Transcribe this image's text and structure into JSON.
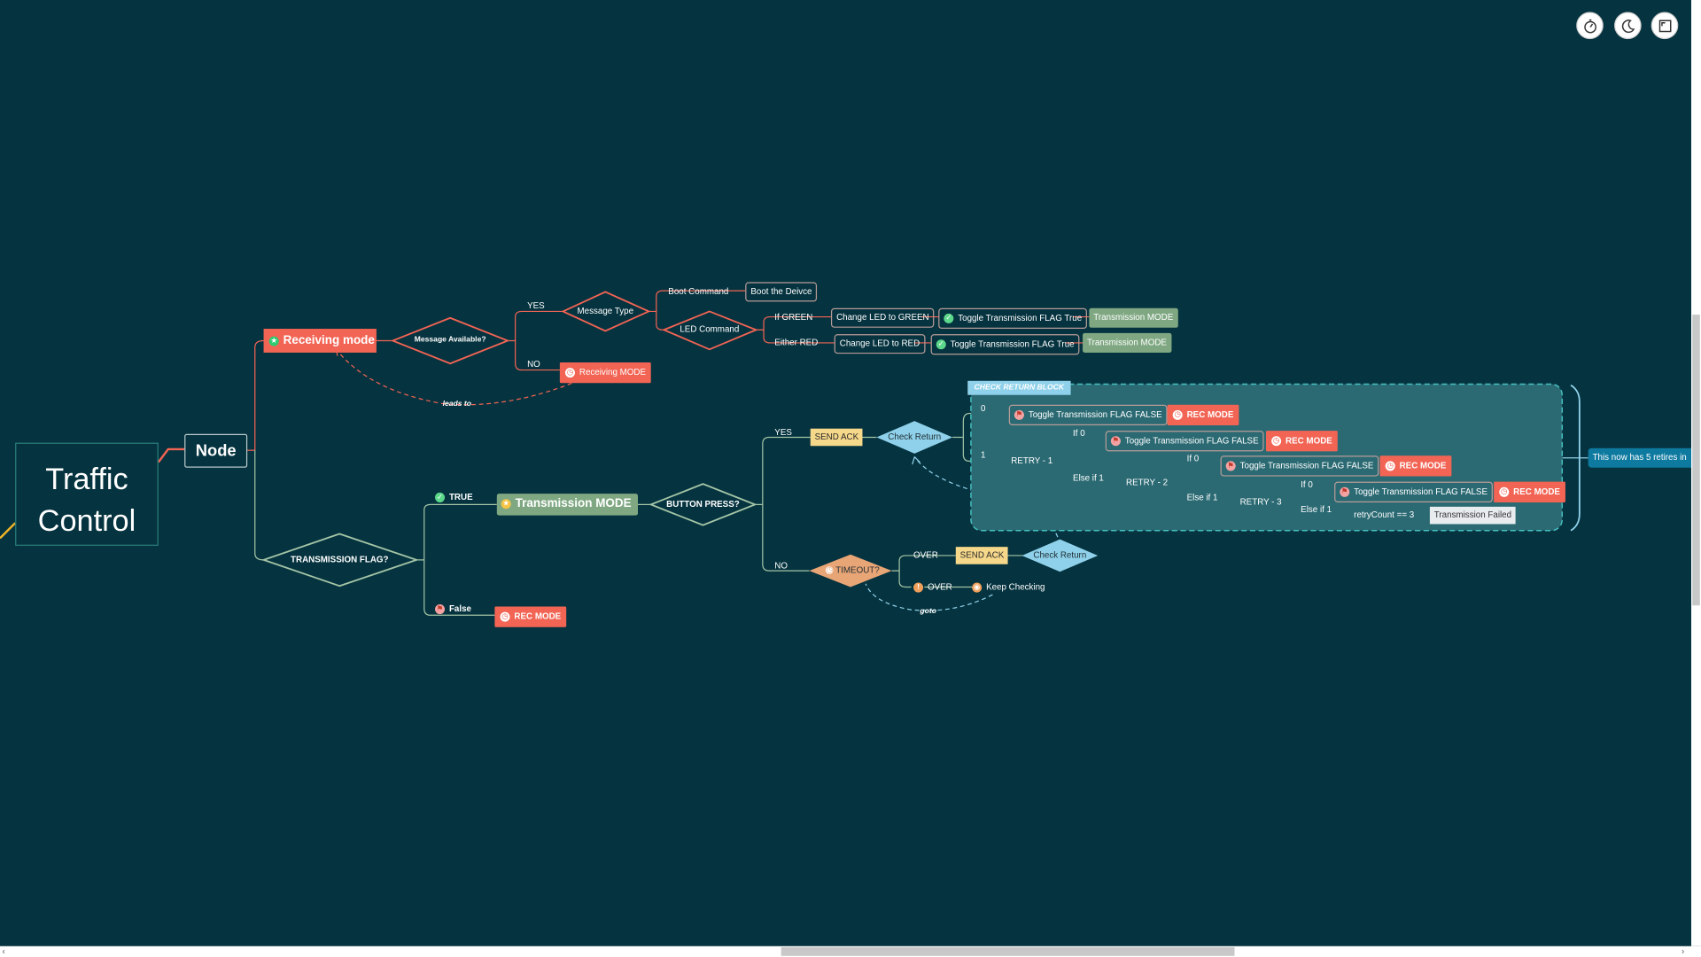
{
  "toolbar": {
    "timer_icon": "stopwatch-icon",
    "theme_icon": "moon-icon",
    "fullscreen_icon": "fullscreen-icon"
  },
  "colors": {
    "background": "#05333f",
    "red": "#f26454",
    "green": "#7fa882",
    "diamond_red": "#f26454",
    "diamond_green": "#a3c4a6",
    "light_blue": "#8fd1ea",
    "timeout": "#e8a576",
    "teal_block": "#2b6a73"
  },
  "mindmap": {
    "root": "Traffic Control",
    "node": "Node",
    "receiving": {
      "mode": "Receiving mode",
      "message_available": "Message Available?",
      "yes": "YES",
      "no": "NO",
      "no_target": "Receiving MODE",
      "leads_to": "leads to",
      "message_type": "Message Type",
      "boot_command": "Boot Command",
      "boot_device": "Boot the Deivce",
      "led_command": "LED Command",
      "if_green": "If GREEN",
      "either_red": "Either RED",
      "change_green": "Change LED to GREEN",
      "change_red": "Change LED to RED",
      "toggle_true": "Toggle Transmission FLAG True",
      "transmission_mode": "Transmission MODE"
    },
    "transmission": {
      "flag": "TRANSMISSION FLAG?",
      "true": "TRUE",
      "false": "False",
      "mode": "Transmission MODE",
      "rec_mode": "REC MODE",
      "button_press": "BUTTON PRESS?",
      "yes": "YES",
      "no": "NO",
      "send_ack": "SEND ACK",
      "check_return": "Check Return",
      "timeout": "TIMEOUT?",
      "over": "OVER",
      "keep_checking": "Keep Checking",
      "goto": "goto"
    },
    "check_block": {
      "title": "CHECK RETURN BLOCK",
      "zero": "0",
      "one": "1",
      "toggle_false": "Toggle Transmission FLAG FALSE",
      "rec_mode": "REC MODE",
      "retry1": "RETRY - 1",
      "retry2": "RETRY - 2",
      "retry3": "RETRY - 3",
      "if0": "If 0",
      "elseif1": "Else if 1",
      "retry_count": "retryCount == 3",
      "failed": "Transmission Failed"
    },
    "summary_note": "This  now has 5 retires in"
  }
}
